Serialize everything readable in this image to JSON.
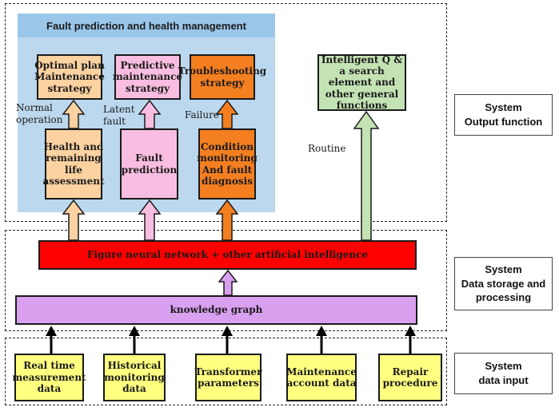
{
  "fphm": {
    "title": "Fault prediction and health management",
    "top_boxes": [
      "Optimal plan Maintenance strategy",
      "Predictive maintenance strategy",
      "Troubleshooting strategy"
    ],
    "mid_boxes": [
      "Health and remaining life assessment",
      "Fault prediction",
      "Condition monitoring And fault diagnosis"
    ],
    "labels": [
      "Normal operation",
      "Latent fault",
      "Failure"
    ]
  },
  "general": {
    "box": "Intelligent Q & a search element and other general functions",
    "routine_label": "Routine"
  },
  "processing": {
    "ai_bar": "Figure neural network + other artificial intelligence",
    "kg_bar": "knowledge graph"
  },
  "inputs": [
    "Real time measurement data",
    "Historical monitoring data",
    "Transformer parameters",
    "Maintenance account data",
    "Repair procedure"
  ],
  "system_labels": {
    "output": [
      "System",
      "Output function"
    ],
    "storage": [
      "System",
      "Data storage and processing"
    ],
    "input": [
      "System",
      "data input"
    ]
  },
  "colors": {
    "fphm_panel": "#bcd8ee",
    "fphm_header": "#9ac6ea",
    "orange_light": "#fbd2a0",
    "pink": "#f8bde0",
    "orange": "#f47f20",
    "green": "#c4e3b4",
    "red": "#ff0000",
    "violet": "#d9a0f0",
    "yellow": "#ffff80"
  }
}
